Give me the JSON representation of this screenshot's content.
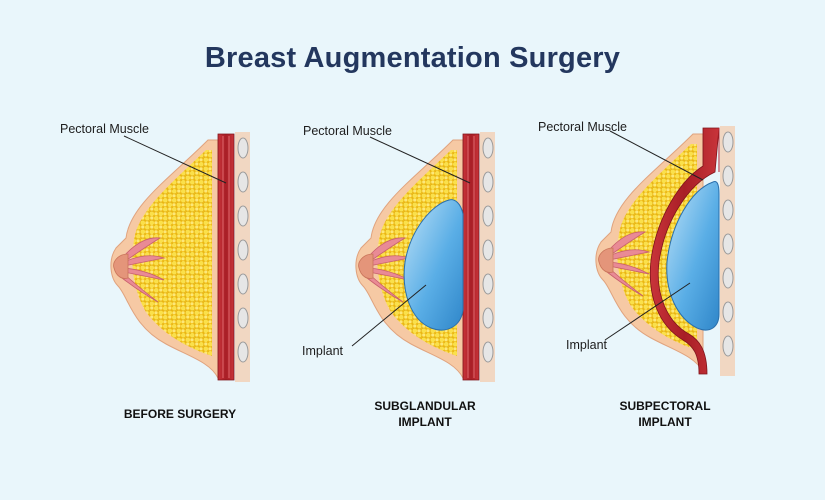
{
  "title": "Breast Augmentation Surgery",
  "panels": [
    {
      "muscle_label": "Pectoral Muscle",
      "implant_label": "",
      "caption_line1": "BEFORE SURGERY",
      "caption_line2": ""
    },
    {
      "muscle_label": "Pectoral Muscle",
      "implant_label": "Implant",
      "caption_line1": "SUBGLANDULAR",
      "caption_line2": "IMPLANT"
    },
    {
      "muscle_label": "Pectoral Muscle",
      "implant_label": "Implant",
      "caption_line1": "SUBPECTORAL",
      "caption_line2": "IMPLANT"
    }
  ],
  "colors": {
    "background": "#e9f6fb",
    "title": "#23375e",
    "skin": "#f6c9a4",
    "fat": "#f3c51f",
    "muscle": "#b8242c",
    "implant": "#5aaee6",
    "gland": "#e98a95",
    "rib": "#e6e6e6"
  }
}
